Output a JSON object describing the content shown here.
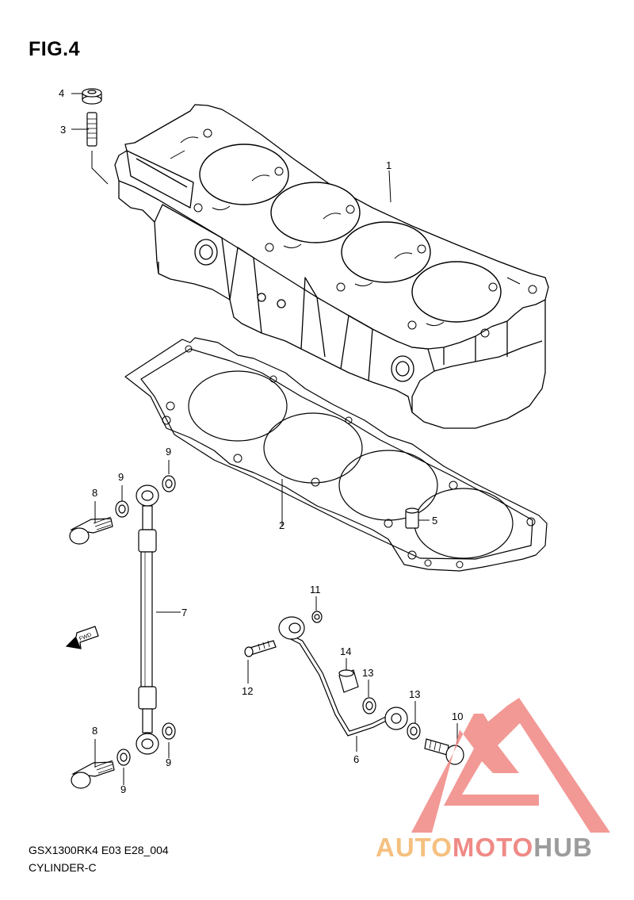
{
  "figure": {
    "title": "FIG.4",
    "code": "GSX1300RK4 E03 E28_004",
    "name": "CYLINDER-C"
  },
  "callouts": [
    {
      "id": "c1",
      "label": "1"
    },
    {
      "id": "c2",
      "label": "2"
    },
    {
      "id": "c3",
      "label": "3"
    },
    {
      "id": "c4",
      "label": "4"
    },
    {
      "id": "c5",
      "label": "5"
    },
    {
      "id": "c6",
      "label": "6"
    },
    {
      "id": "c7",
      "label": "7"
    },
    {
      "id": "c8a",
      "label": "8"
    },
    {
      "id": "c8b",
      "label": "8"
    },
    {
      "id": "c9a",
      "label": "9"
    },
    {
      "id": "c9b",
      "label": "9"
    },
    {
      "id": "c9c",
      "label": "9"
    },
    {
      "id": "c9d",
      "label": "9"
    },
    {
      "id": "c10",
      "label": "10"
    },
    {
      "id": "c11",
      "label": "11"
    },
    {
      "id": "c12",
      "label": "12"
    },
    {
      "id": "c13a",
      "label": "13"
    },
    {
      "id": "c13b",
      "label": "13"
    },
    {
      "id": "c14",
      "label": "14"
    }
  ],
  "direction_arrow": {
    "label": "FWD",
    "icon": "forward-arrow-icon"
  },
  "watermark": {
    "brand_part1": "AUTO",
    "brand_part2": "MOTO",
    "brand_part3": "HUB",
    "colors": {
      "auto": "#f5c07f",
      "moto": "#ef8a86",
      "hub": "#9c9c9c",
      "logo": "#ef7f7b"
    }
  }
}
